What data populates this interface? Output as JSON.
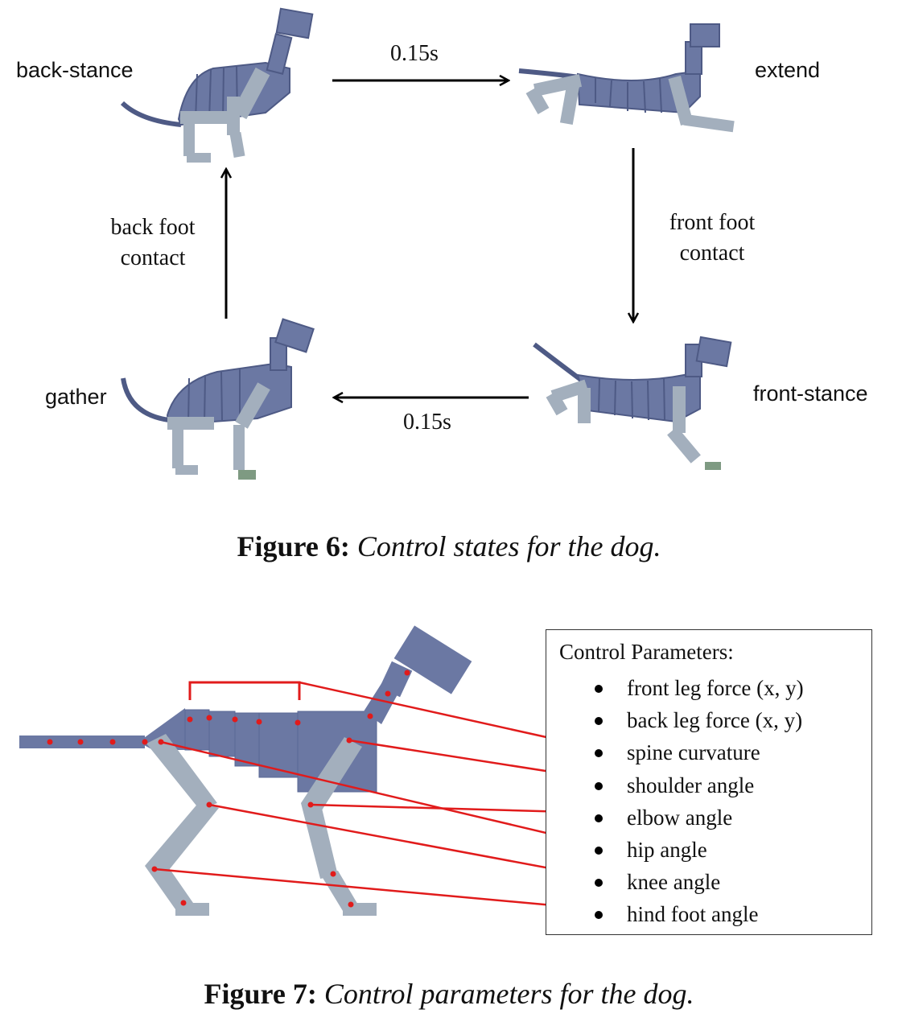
{
  "figure6": {
    "states": {
      "back_stance": "back-stance",
      "extend": "extend",
      "front_stance": "front-stance",
      "gather": "gather"
    },
    "transitions": {
      "top": "0.15s",
      "right_line1": "front foot",
      "right_line2": "contact",
      "bottom": "0.15s",
      "left_line1": "back foot",
      "left_line2": "contact"
    },
    "caption_label": "Figure 6:",
    "caption_text": "Control states for the dog."
  },
  "figure7": {
    "box_title": "Control Parameters:",
    "parameters": [
      "front leg force (x, y)",
      "back leg force (x, y)",
      "spine curvature",
      "shoulder angle",
      "elbow angle",
      "hip angle",
      "knee angle",
      "hind foot angle"
    ],
    "caption_label": "Figure 7:",
    "caption_text": "Control parameters for the dog."
  },
  "colors": {
    "body": "#6b78a3",
    "body_stroke": "#4e5a85",
    "limb": "#a3afbd",
    "foot_contact": "#7e9a82",
    "marker": "#e11b1b",
    "arrow": "#000000"
  }
}
